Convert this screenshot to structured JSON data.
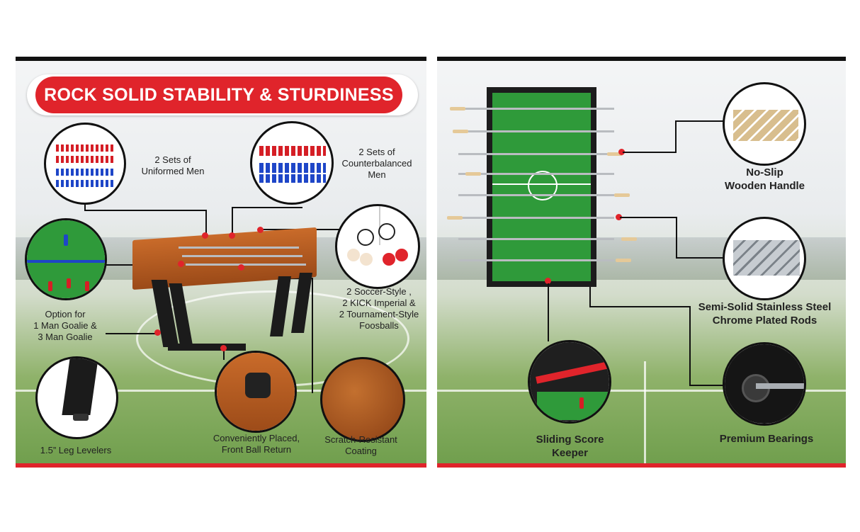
{
  "left": {
    "title": "ROCK SOLID STABILITY & STURDINESS",
    "features": {
      "uniformed_men": "2 Sets of\nUniformed Men",
      "counterbalanced_men": "2 Sets of\nCounterbalanced\nMen",
      "foosballs": "2 Soccer-Style ,\n2 KICK Imperial &\n2 Tournament-Style\nFoosballs",
      "goalie_option": "Option for\n1 Man Goalie &\n3 Man Goalie",
      "leg_levelers": "1.5” Leg Levelers",
      "ball_return": "Conveniently Placed,\nFront Ball Return",
      "coating": "Scratch-Resistant\nCoating"
    }
  },
  "right": {
    "features": {
      "wooden_handle": "No-Slip\nWooden Handle",
      "chrome_rods": "Semi-Solid Stainless Steel\nChrome Plated Rods",
      "score_keeper": "Sliding Score\nKeeper",
      "bearings": "Premium Bearings"
    }
  },
  "colors": {
    "accent_red": "#e0242b",
    "border_black": "#111111",
    "wood": "#b5602a",
    "field_green": "#2f9a3a"
  }
}
